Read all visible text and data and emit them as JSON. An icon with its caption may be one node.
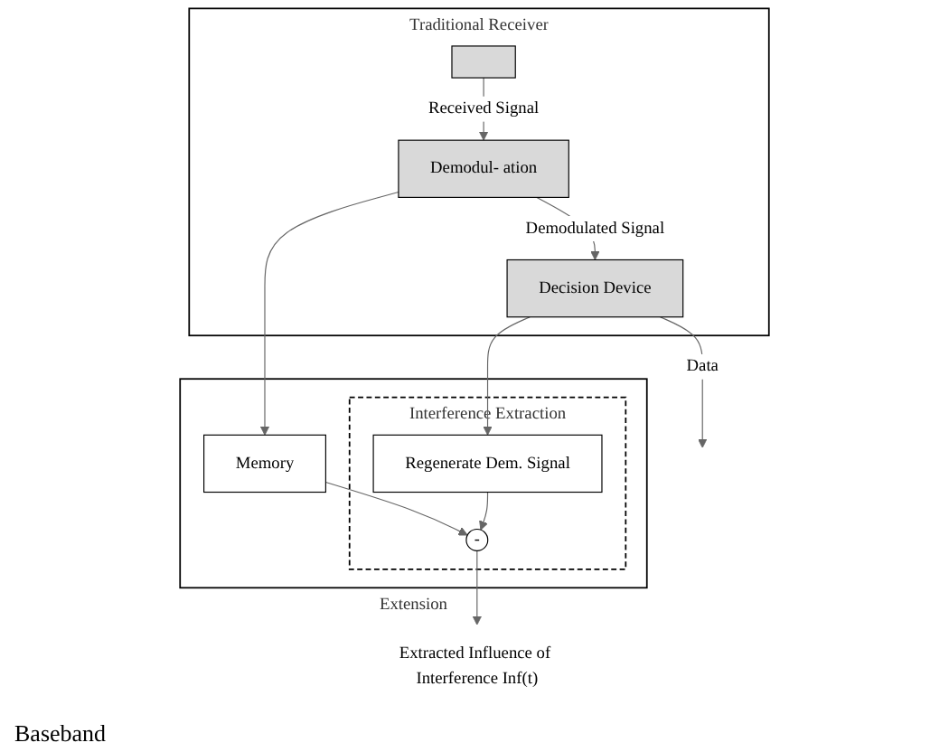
{
  "diagram": {
    "nodes": [
      {
        "text": [
          "Traditional Receiver"
        ]
      },
      {
        "text": [],
        "shape": "box",
        "in": 0
      },
      {
        "text": [
          "Demodul- ation"
        ],
        "in": 0
      },
      {
        "text": [
          "Decision Device"
        ],
        "in": 0
      },
      {
        "text": [
          "Extension"
        ]
      },
      {
        "text": [
          "Memory"
        ],
        "in": 4
      },
      {
        "text": [
          "Interference Extraction"
        ],
        "in": 4
      },
      {
        "text": [
          "Regenerate Dem. Signal"
        ],
        "in": 6
      },
      {
        "text": [
          "-"
        ],
        "in": 6
      },
      {
        "text": [
          "Extracted Influence of Interference Inf(t)"
        ]
      }
    ],
    "edges": [
      {
        "from": 1,
        "to": 2,
        "arrow": "to",
        "label": "Received Signal"
      },
      {
        "from": 2,
        "to": 3,
        "arrow": "to",
        "label": "Demodulated Signal"
      },
      {
        "from": 3,
        "to": null,
        "arrow": "to",
        "label": "Data"
      },
      {
        "from": 2,
        "to": 5,
        "arrow": "to"
      },
      {
        "from": 3,
        "to": 7,
        "arrow": "to"
      },
      {
        "from": 5,
        "to": 8,
        "arrow": "to"
      },
      {
        "from": 7,
        "to": 8,
        "arrow": "to"
      },
      {
        "from": 8,
        "to": 9,
        "arrow": "to"
      }
    ],
    "labels": [
      "Baseband"
    ]
  }
}
